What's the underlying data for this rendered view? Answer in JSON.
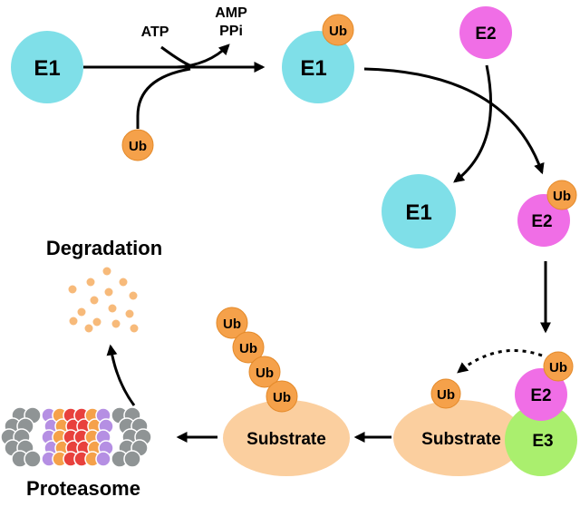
{
  "labels": {
    "e1": "E1",
    "e2": "E2",
    "e3": "E3",
    "ub": "Ub",
    "atp": "ATP",
    "amp": "AMP",
    "ppi": "PPi",
    "substrate": "Substrate",
    "degradation": "Degradation",
    "proteasome": "Proteasome"
  },
  "colors": {
    "e1": "#7fdfe8",
    "e2": "#f06ee6",
    "e3": "#aaef6e",
    "ub": "#f5a14a",
    "ub_stroke": "#e48a2a",
    "substrate": "#fbcf9f",
    "dots": "#f7ba7a",
    "proteasome_gray": "#8f9495",
    "proteasome_purple": "#b58fe3",
    "proteasome_orange": "#f5a14a",
    "proteasome_red": "#e8413d"
  }
}
